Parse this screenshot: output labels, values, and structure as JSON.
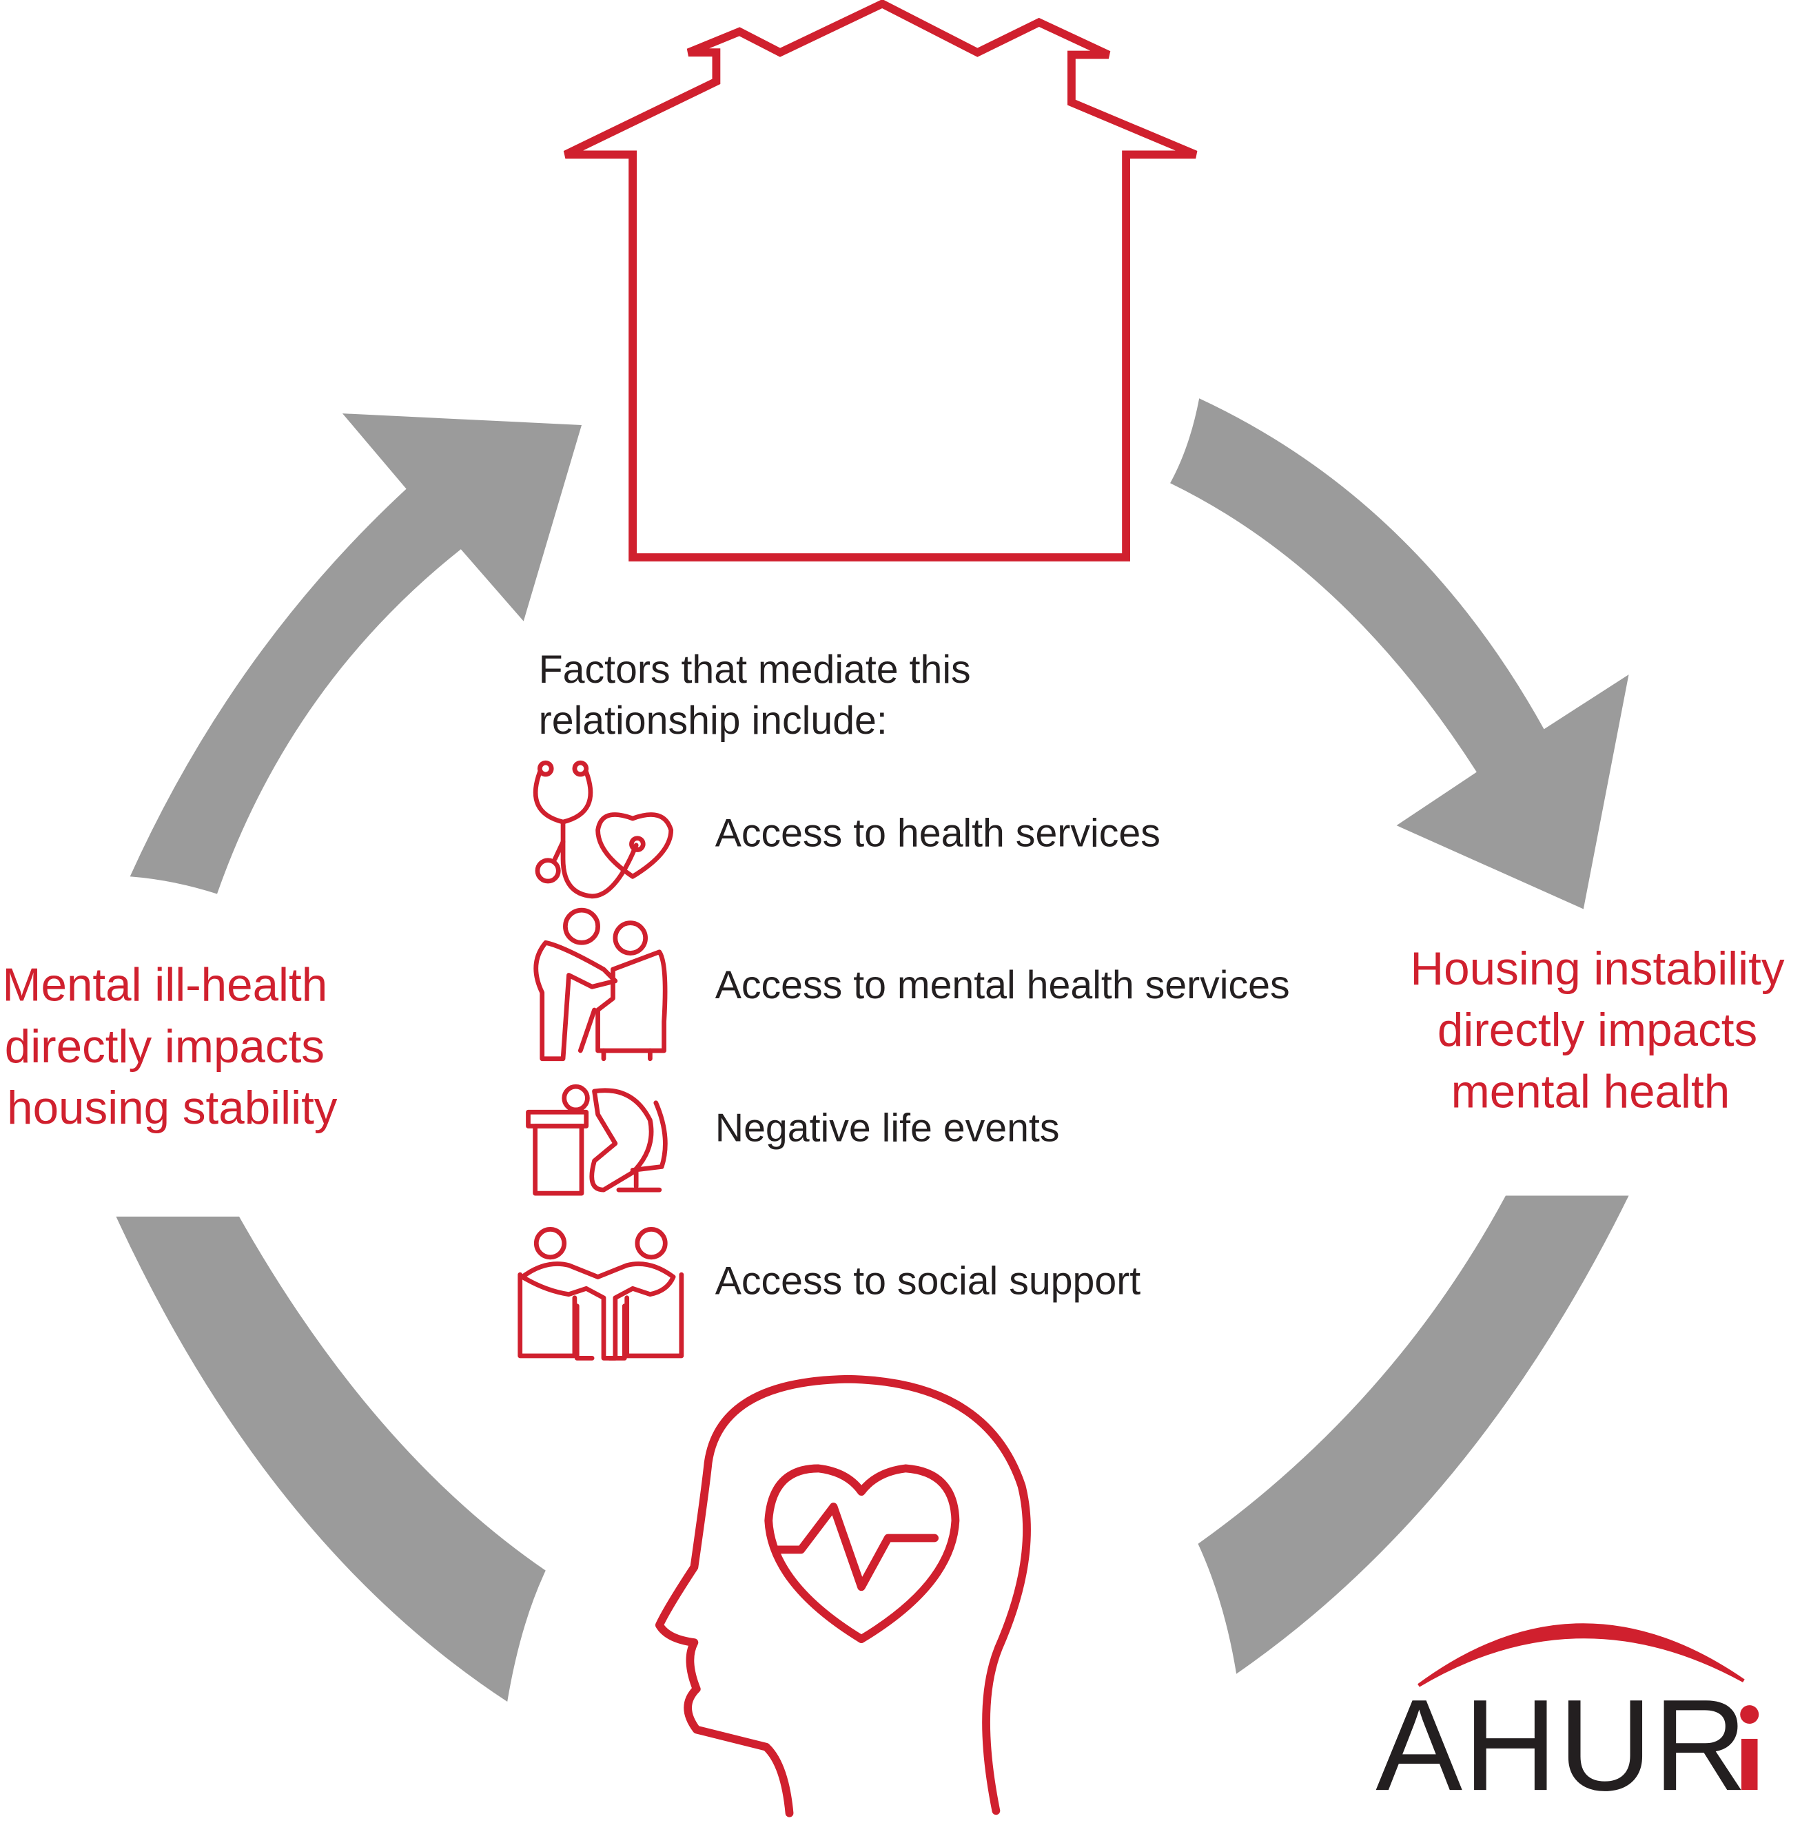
{
  "colors": {
    "accent": "#d0202e",
    "arrow": "#9b9b9b",
    "text": "#231f20"
  },
  "left_label": [
    "Mental ill-health",
    "directly impacts",
    "housing stability"
  ],
  "right_label": [
    "Housing instability",
    "directly impacts",
    "mental health"
  ],
  "factors": {
    "heading": [
      "Factors that mediate this",
      "relationship include:"
    ],
    "items": [
      {
        "icon": "stethoscope-heart-icon",
        "label": "Access to health services"
      },
      {
        "icon": "carer-patient-icon",
        "label": "Access to mental health services"
      },
      {
        "icon": "distressed-person-icon",
        "label": "Negative life events"
      },
      {
        "icon": "two-people-talking-icon",
        "label": "Access to social support"
      }
    ]
  },
  "logo": {
    "text": "AHURi"
  }
}
